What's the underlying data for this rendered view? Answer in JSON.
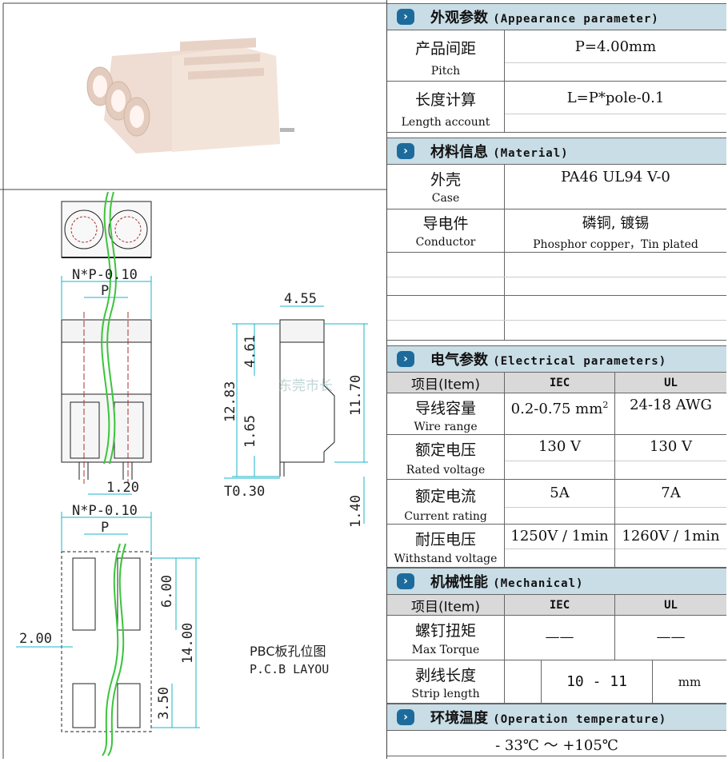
{
  "appearance": {
    "title_cn": "外观参数",
    "title_en": "(Appearance parameter)",
    "pitch_cn": "产品间距",
    "pitch_en": "Pitch",
    "pitch_val": "P=4.00mm",
    "length_cn": "长度计算",
    "length_en": "Length account",
    "length_val": "L=P*pole-0.1"
  },
  "material": {
    "title_cn": "材料信息",
    "title_en": "(Material)",
    "case_cn": "外壳",
    "case_en": "Case",
    "case_val": "PA46  UL94 V-0",
    "cond_cn": "导电件",
    "cond_en": "Conductor",
    "cond_val_cn": "磷铜, 镀锡",
    "cond_val_en": "Phosphor copper，Tin plated"
  },
  "electrical": {
    "title_cn": "电气参数",
    "title_en": "(Electrical parameters)",
    "item_head": "项目(Item)",
    "col_iec": "IEC",
    "col_ul": "UL",
    "watermark": "东莞市长",
    "rows": [
      {
        "cn": "导线容量",
        "en": "Wire range",
        "iec": "0.2-0.75 mm",
        "iec_sup": "2",
        "ul": "24-18 AWG"
      },
      {
        "cn": "额定电压",
        "en": "Rated voltage",
        "iec": "130 V",
        "ul": "130 V"
      },
      {
        "cn": "额定电流",
        "en": "Current rating",
        "iec": "5A",
        "ul": "7A"
      },
      {
        "cn": "耐压电压",
        "en": "Withstand voltage",
        "iec": "1250V / 1min",
        "ul": "1260V / 1min"
      }
    ]
  },
  "mechanical": {
    "title_cn": "机械性能",
    "title_en": "(Mechanical)",
    "item_head": "项目(Item)",
    "col_iec": "IEC",
    "col_ul": "UL",
    "torque_cn": "螺钉扭矩",
    "torque_en": "Max Torque",
    "torque_iec": "——",
    "torque_ul": "——",
    "strip_cn": "剥线长度",
    "strip_en": "Strip length",
    "strip_val": "10 - 11",
    "strip_unit": "mm"
  },
  "environment": {
    "title_cn": "环境温度",
    "title_en": "(Operation temperature)",
    "range": "- 33℃ ～ +105℃"
  },
  "drawing": {
    "dim_np1": "N*P-0.10",
    "dim_p1": "P",
    "dim_120": "1.20",
    "dim_np2": "N*P-0.10",
    "dim_p2": "P",
    "dim_200": "2.00",
    "dim_600": "6.00",
    "dim_1400": "14.00",
    "dim_350": "3.50",
    "dim_455": "4.55",
    "dim_461": "4.61",
    "dim_1283": "12.83",
    "dim_165": "1.65",
    "dim_1170": "11.70",
    "dim_030": "T0.30",
    "dim_140": "1.40",
    "pcb_cn": "PBC板孔位图",
    "pcb_en": "P.C.B LAYOU"
  }
}
